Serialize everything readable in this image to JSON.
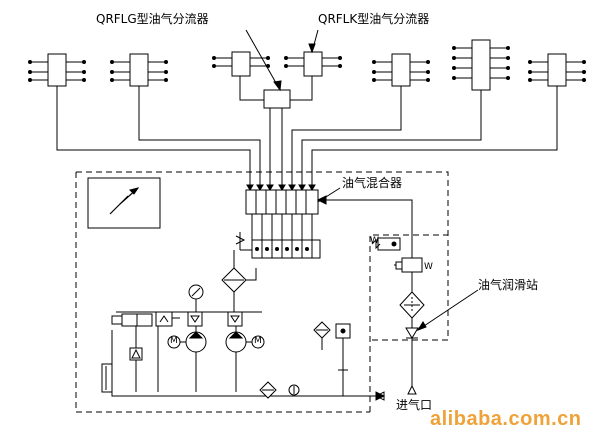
{
  "labels": {
    "qrflg": "QRFLG型油气分流器",
    "qrflk": "QRFLK型油气分流器",
    "mixer": "油气混合器",
    "station": "油气润滑站",
    "inlet": "进气口"
  },
  "small_marks": {
    "w_valve": "W",
    "w_tank": "W",
    "m1": "M",
    "m2": "M"
  },
  "watermark": "alibaba.com.cn",
  "colors": {
    "line": "#000000",
    "watermark": "#f0a23a"
  }
}
